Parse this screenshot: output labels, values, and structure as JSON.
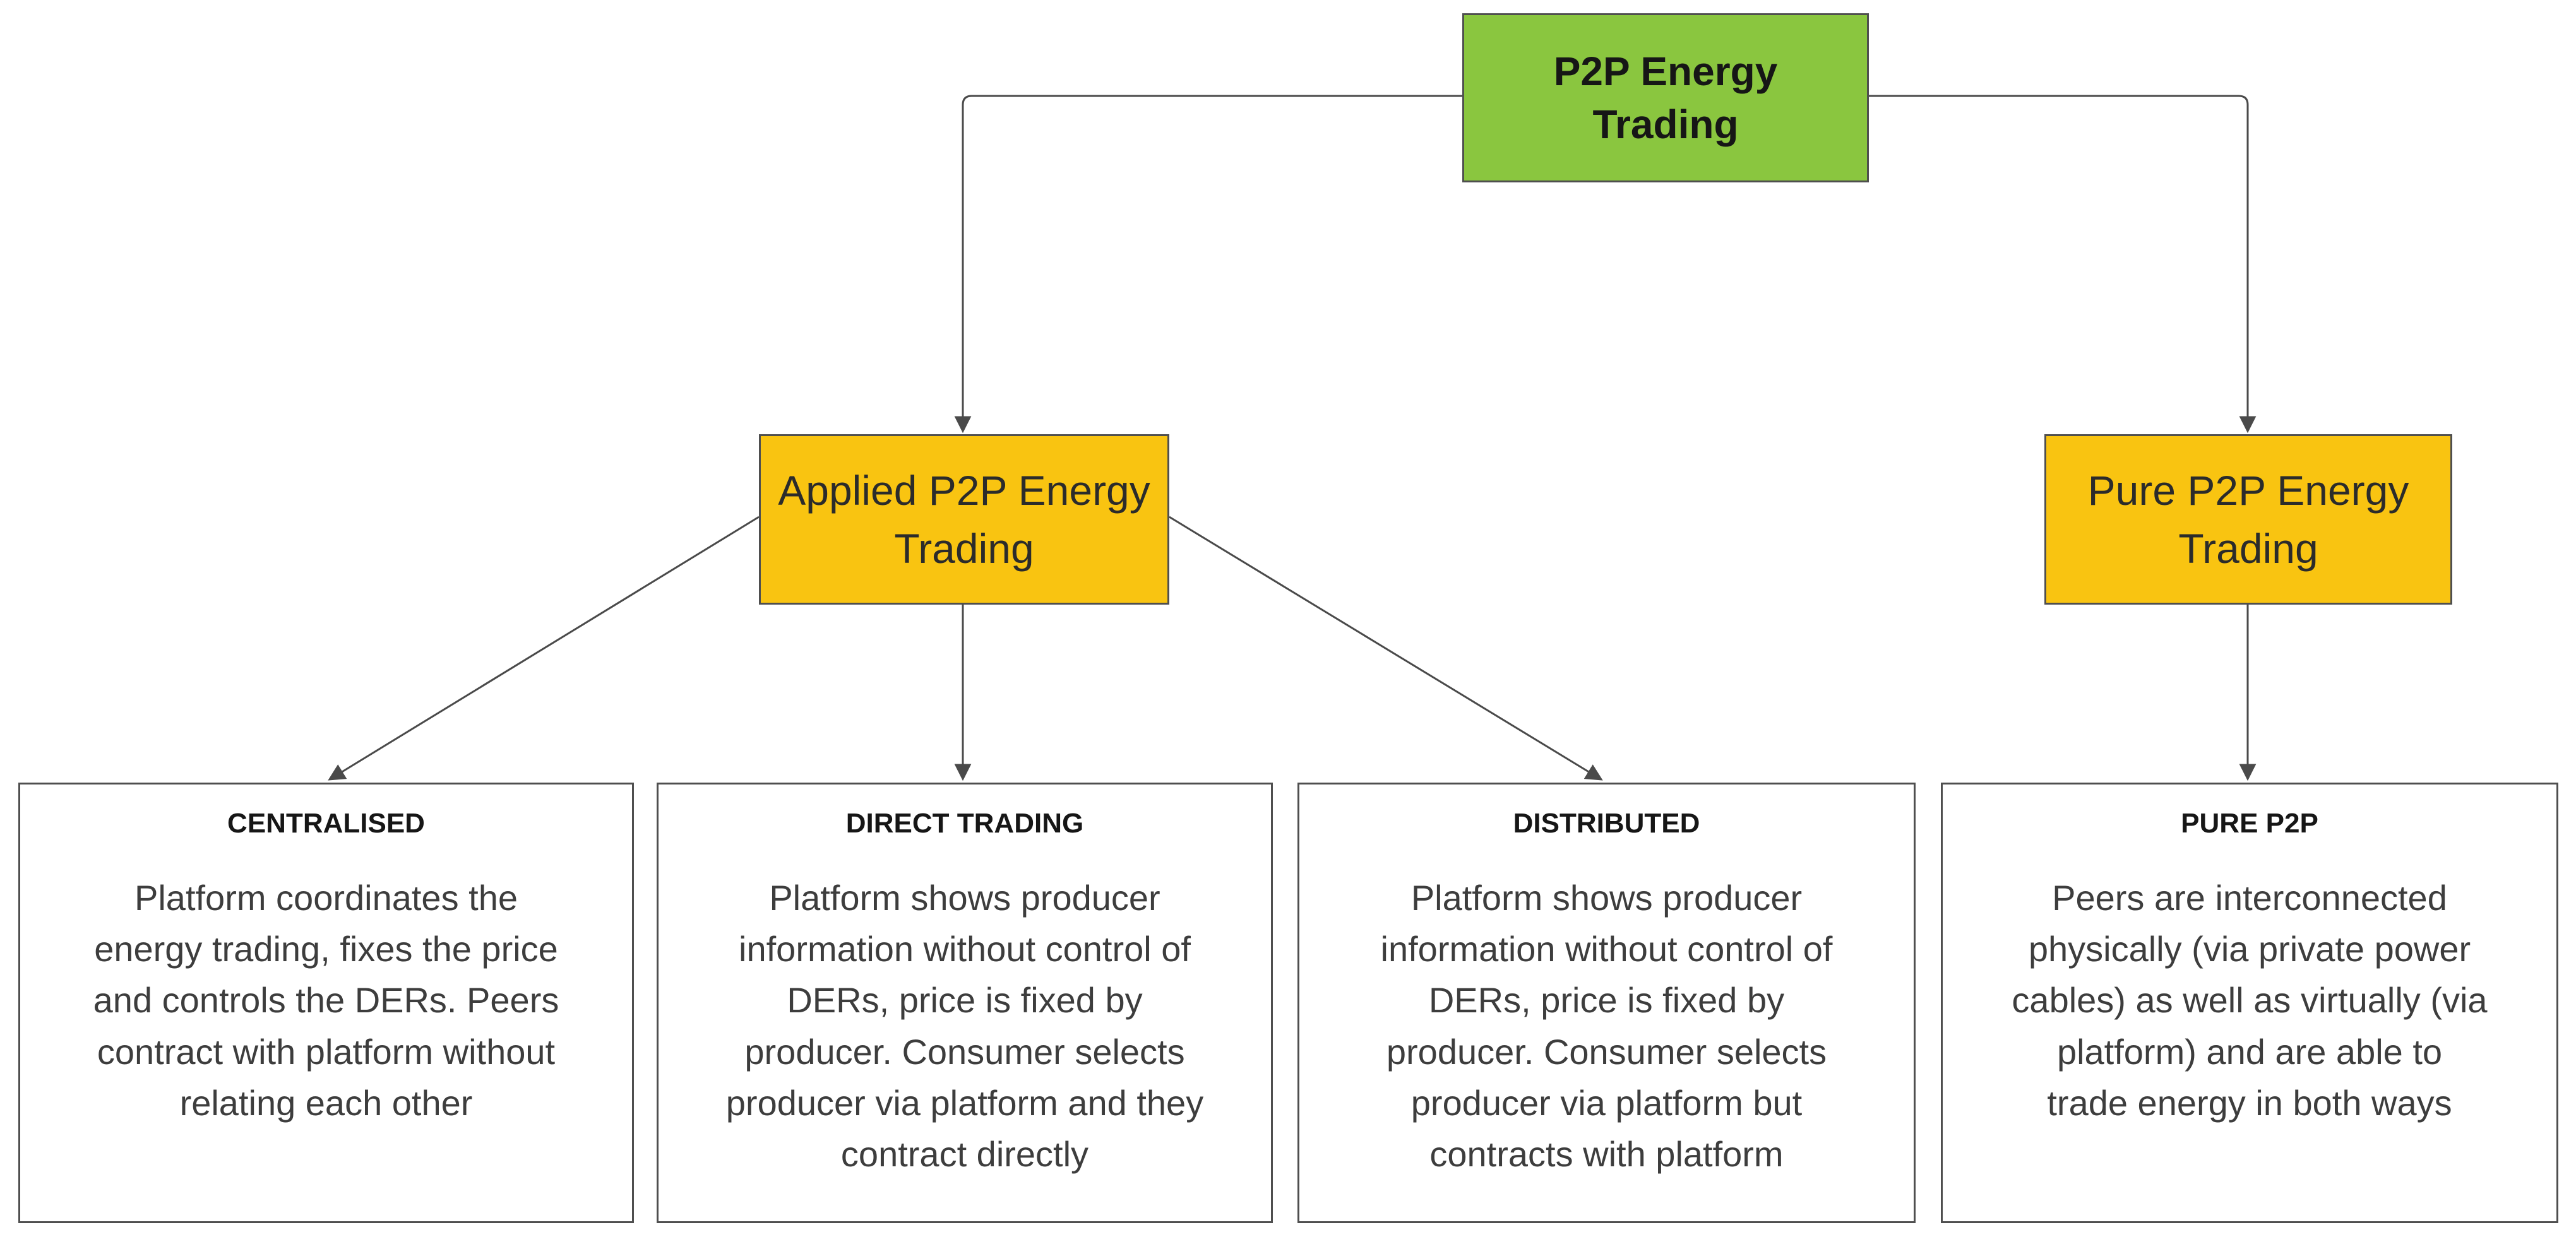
{
  "diagram": {
    "colors": {
      "root_fill": "#8AC63F",
      "branch_fill": "#F9C411",
      "leaf_fill": "#FFFFFF",
      "border": "#4F4F4F",
      "connector": "#4A4A4A",
      "title_text": "#161616",
      "body_text": "#3D3D3D"
    },
    "root": {
      "label": "P2P Energy\nTrading"
    },
    "branches": [
      {
        "label": "Applied P2P Energy\nTrading"
      },
      {
        "label": "Pure P2P Energy\nTrading"
      }
    ],
    "leaves": [
      {
        "title": "CENTRALISED",
        "body": "Platform coordinates the\nenergy trading, fixes the price\nand controls the DERs. Peers\ncontract with platform without\nrelating each other"
      },
      {
        "title": "DIRECT TRADING",
        "body": "Platform shows producer\ninformation without control of\nDERs, price is fixed by\nproducer. Consumer selects\nproducer via platform and they\ncontract directly"
      },
      {
        "title": "DISTRIBUTED",
        "body": "Platform shows producer\ninformation without control of\nDERs, price is fixed by\nproducer. Consumer selects\nproducer via platform but\ncontracts with platform"
      },
      {
        "title": "PURE P2P",
        "body": "Peers are interconnected\nphysically (via private power\ncables) as well as virtually (via\nplatform) and are able to\ntrade energy in both ways"
      }
    ]
  }
}
